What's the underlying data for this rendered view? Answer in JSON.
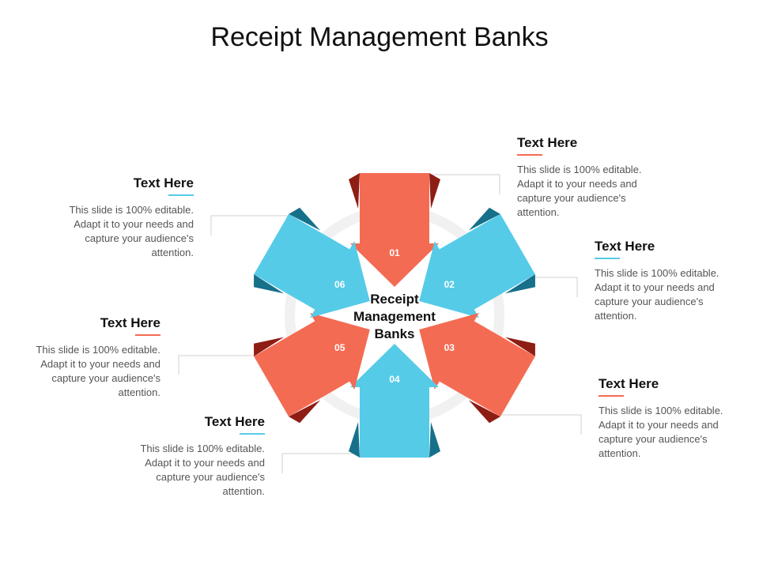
{
  "title": "Receipt Management Banks",
  "center_label": [
    "Receipt",
    "Management",
    "Banks"
  ],
  "colors": {
    "coral": "#F46B53",
    "coral_dark": "#8E1D14",
    "blue": "#55CBE8",
    "blue_dark": "#17708A",
    "ring": "#F1F1F1"
  },
  "steps": [
    {
      "number": "01",
      "color": "coral"
    },
    {
      "number": "02",
      "color": "blue"
    },
    {
      "number": "03",
      "color": "coral"
    },
    {
      "number": "04",
      "color": "blue"
    },
    {
      "number": "05",
      "color": "coral"
    },
    {
      "number": "06",
      "color": "blue"
    }
  ],
  "callouts": [
    {
      "heading": "Text Here",
      "body": "This slide is 100% editable. Adapt it to your needs and capture your audience's attention.",
      "accent": "coral"
    },
    {
      "heading": "Text Here",
      "body": "This slide is 100% editable. Adapt it to your needs and capture your audience's attention.",
      "accent": "blue"
    },
    {
      "heading": "Text Here",
      "body": "This slide is 100% editable. Adapt it to your needs and capture your audience's attention.",
      "accent": "coral"
    },
    {
      "heading": "Text Here",
      "body": "This slide is 100% editable. Adapt it to your needs and capture your audience's attention.",
      "accent": "blue"
    },
    {
      "heading": "Text Here",
      "body": "This slide is 100% editable. Adapt it to your needs and capture your audience's attention.",
      "accent": "coral"
    },
    {
      "heading": "Text Here",
      "body": "This slide is 100% editable. Adapt it to your needs and capture your audience's attention.",
      "accent": "blue"
    }
  ]
}
